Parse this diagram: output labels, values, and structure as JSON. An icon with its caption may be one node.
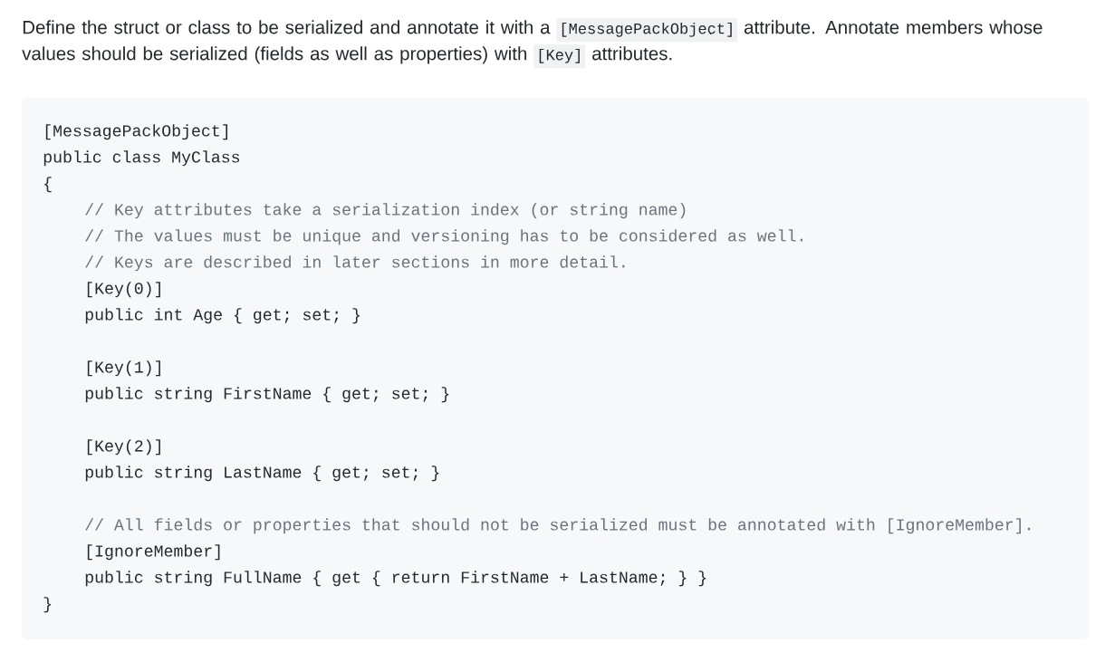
{
  "diagram": {
    "nodes": [
      {
        "text": [
          "[MessagePackObject]",
          "public class MyClass",
          "{",
          "// Key attributes take a serialization index (or string name)",
          "// The values must be unique and versioning has to be considered as well.",
          "// Keys are described in later sections in more detail.",
          "[Key(0)]",
          "public int Age { get; set; }",
          "[Key(1)]",
          "public string FirstName { get; set; }",
          "[Key(2)]",
          "public string LastName { get; set; }",
          "// All fields or properties that should not be serialized must be annotated with [IgnoreMember].",
          "[IgnoreMember]",
          "public string FullName { get { return FirstName + LastName; } }",
          "}"
        ]
      }
    ],
    "labels": [
      "Define the struct or class to be serialized and annotate it with a",
      "[MessagePackObject]",
      "attribute. Annotate members whose values should be serialized (fields as well as properties) with",
      "[Key]",
      "attributes."
    ]
  }
}
